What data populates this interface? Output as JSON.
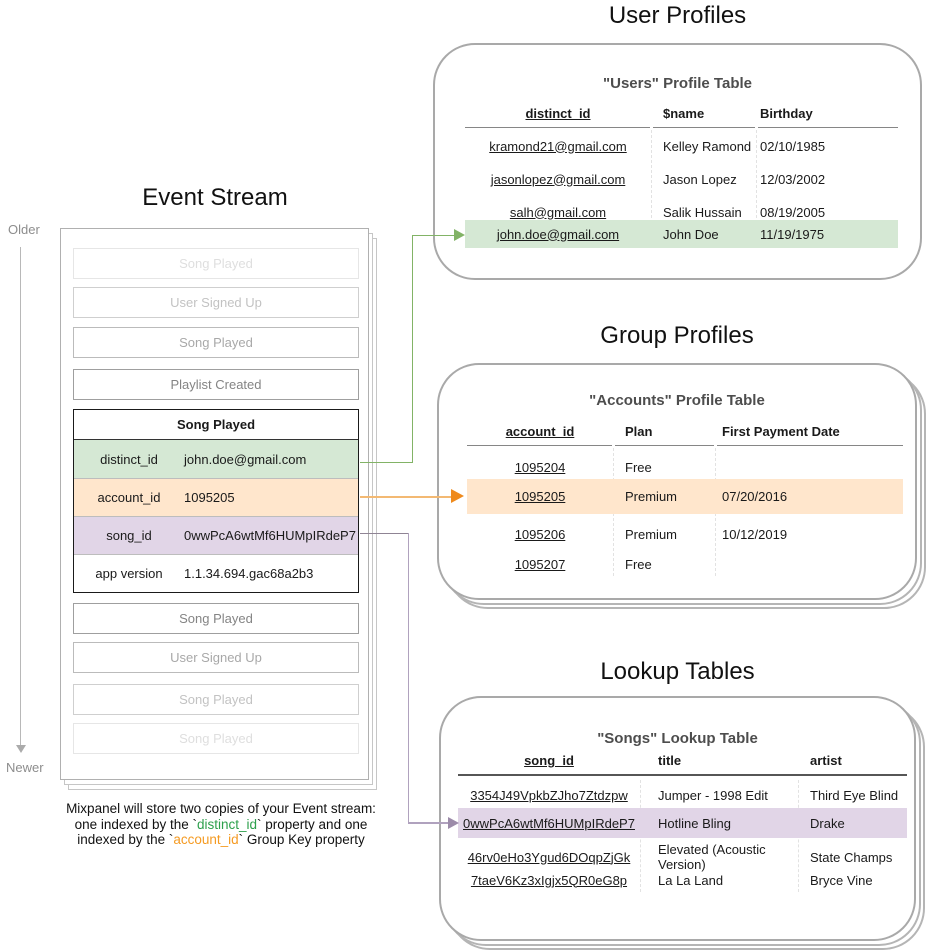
{
  "titles": {
    "event_stream": "Event Stream",
    "user_profiles": "User Profiles",
    "group_profiles": "Group Profiles",
    "lookup_tables": "Lookup Tables"
  },
  "timeline": {
    "older": "Older",
    "newer": "Newer"
  },
  "stream": {
    "before": [
      "Song Played",
      "User Signed Up",
      "Song Played",
      "Playlist Created"
    ],
    "expanded": {
      "title": "Song Played",
      "props": [
        {
          "key": "distinct_id",
          "value": "john.doe@gmail.com",
          "highlight": "green"
        },
        {
          "key": "account_id",
          "value": "1095205",
          "highlight": "orange"
        },
        {
          "key": "song_id",
          "value": "0wwPcA6wtMf6HUMpIRdeP7",
          "highlight": "purple"
        },
        {
          "key": "app version",
          "value": "1.1.34.694.gac68a2b3",
          "highlight": "none"
        }
      ]
    },
    "after": [
      "Song Played",
      "User Signed Up",
      "Song Played",
      "Song Played"
    ]
  },
  "caption": {
    "line1": "Mixpanel will store two copies of your Event stream:",
    "line2_pre": "one indexed by the `",
    "line2_key": "distinct_id",
    "line2_post": "` property and one",
    "line3_pre": "indexed by the `",
    "line3_key": "account_id",
    "line3_post": "` Group Key property"
  },
  "users": {
    "title": "\"Users\" Profile Table",
    "headers": [
      "distinct_id",
      "$name",
      "Birthday"
    ],
    "rows": [
      [
        "kramond21@gmail.com",
        "Kelley Ramond",
        "02/10/1985"
      ],
      [
        "jasonlopez@gmail.com",
        "Jason Lopez",
        "12/03/2002"
      ],
      [
        "salh@gmail.com",
        "Salik Hussain",
        "08/19/2005"
      ],
      [
        "john.doe@gmail.com",
        "John Doe",
        "11/19/1975"
      ]
    ],
    "highlighted_row": 3
  },
  "accounts": {
    "title": "\"Accounts\" Profile Table",
    "headers": [
      "account_id",
      "Plan",
      "First Payment Date"
    ],
    "rows": [
      [
        "1095204",
        "Free",
        ""
      ],
      [
        "1095205",
        "Premium",
        "07/20/2016"
      ],
      [
        "1095206",
        "Premium",
        "10/12/2019"
      ],
      [
        "1095207",
        "Free",
        ""
      ]
    ],
    "highlighted_row": 1
  },
  "songs": {
    "title": "\"Songs\" Lookup Table",
    "headers": [
      "song_id",
      "title",
      "artist"
    ],
    "rows": [
      [
        "3354J49VpkbZJho7Ztdzpw",
        "Jumper - 1998 Edit",
        "Third Eye Blind"
      ],
      [
        "0wwPcA6wtMf6HUMpIRdeP7",
        "Hotline Bling",
        "Drake"
      ],
      [
        "46rv0eHo3Ygud6DOqpZjGk",
        "Elevated (Acoustic Version)",
        "State Champs"
      ],
      [
        "7taeV6Kz3xIgjx5QR0eG8p",
        "La La Land",
        "Bryce Vine"
      ]
    ],
    "highlighted_row": 1
  },
  "colors": {
    "green_fill": "#d5e8d4",
    "orange_fill": "#ffe6cc",
    "purple_fill": "#e1d5e7",
    "green_stroke": "#82b366",
    "orange_stroke": "#ef8a1c",
    "purple_stroke": "#9c8ba9",
    "green_text": "#2da04c",
    "orange_text": "#f59b23"
  }
}
